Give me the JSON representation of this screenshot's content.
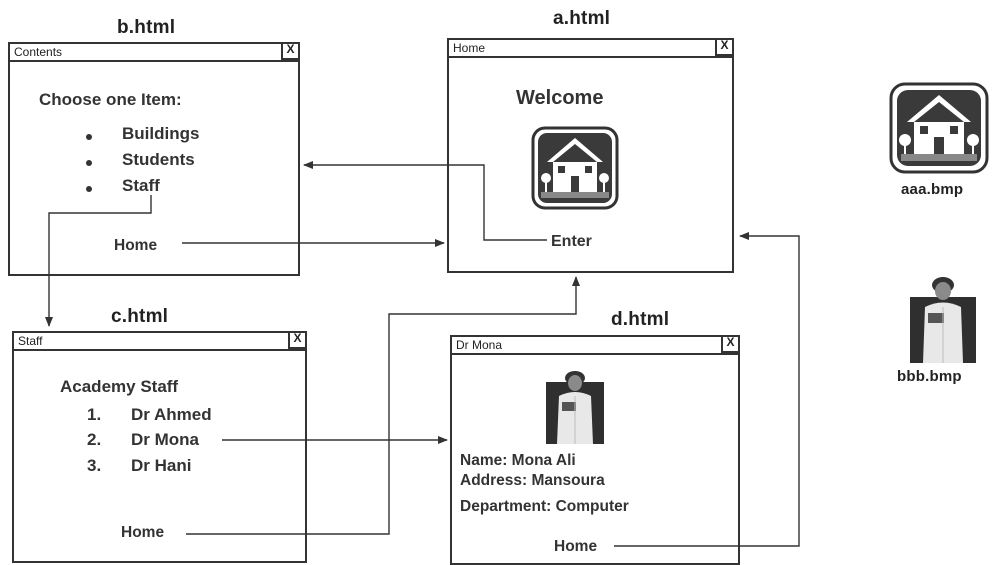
{
  "files": {
    "a": "a.html",
    "b": "b.html",
    "c": "c.html",
    "d": "d.html",
    "aaa": "aaa.bmp",
    "bbb": "bbb.bmp"
  },
  "windows": {
    "contents": {
      "title": "Contents",
      "close": "X",
      "heading": "Choose one Item:",
      "items": [
        "Buildings",
        "Students",
        "Staff"
      ],
      "home": "Home"
    },
    "home": {
      "title": "Home",
      "close": "X",
      "welcome": "Welcome",
      "icon": "house-icon",
      "enter": "Enter"
    },
    "staff": {
      "title": "Staff",
      "close": "X",
      "heading": "Academy Staff",
      "items": [
        {
          "num": "1.",
          "name": "Dr Ahmed"
        },
        {
          "num": "2.",
          "name": "Dr Mona"
        },
        {
          "num": "3.",
          "name": "Dr Hani"
        }
      ],
      "home": "Home"
    },
    "drmona": {
      "title": "Dr Mona",
      "close": "X",
      "photo": "person-photo",
      "name": "Name: Mona Ali",
      "address": "Address: Mansoura",
      "department": "Department: Computer",
      "home": "Home"
    }
  },
  "icons": {
    "house": "house-icon",
    "person": "person-icon"
  },
  "colors": {
    "ink": "#333333",
    "background": "#ffffff"
  }
}
